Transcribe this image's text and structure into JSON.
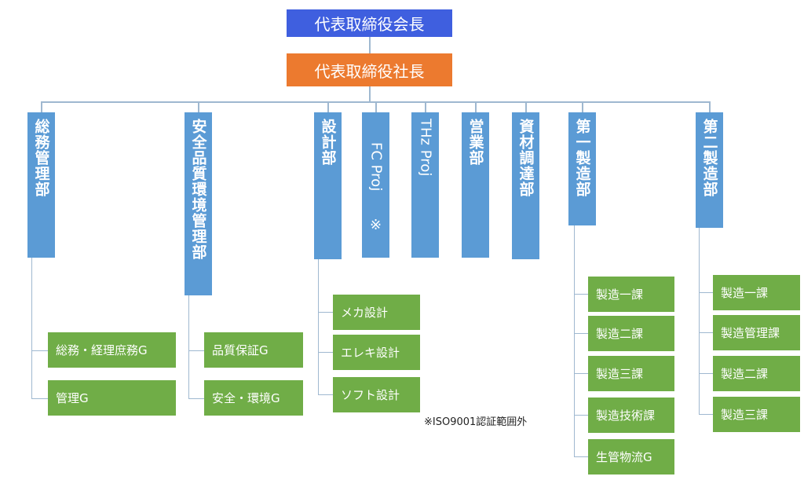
{
  "chairman": "代表取締役会長",
  "president": "代表取締役社長",
  "departments": {
    "general": "総務管理部",
    "quality": "安全品質環境管理部",
    "design": "設計部",
    "fc": "FC Proj",
    "fc_mark": "※",
    "thz": "THz Proj",
    "sales": "営業部",
    "procurement": "資材調達部",
    "mfg1": "第一製造部",
    "mfg2": "第二製造部"
  },
  "groups": {
    "general": [
      "総務・経理庶務G",
      "管理G"
    ],
    "quality": [
      "品質保証G",
      "安全・環境G"
    ],
    "design": [
      "メカ設計",
      "エレキ設計",
      "ソフト設計"
    ],
    "mfg1": [
      "製造一課",
      "製造二課",
      "製造三課",
      "製造技術課",
      "生管物流G"
    ],
    "mfg2": [
      "製造一課",
      "製造管理課",
      "製造二課",
      "製造三課"
    ]
  },
  "note": "※ISO9001認証範囲外",
  "colors": {
    "chairman": "#3f5fdf",
    "president": "#ec7a2f",
    "department": "#5b9bd5",
    "group": "#70ad47",
    "connector": "#9fb8d0"
  }
}
